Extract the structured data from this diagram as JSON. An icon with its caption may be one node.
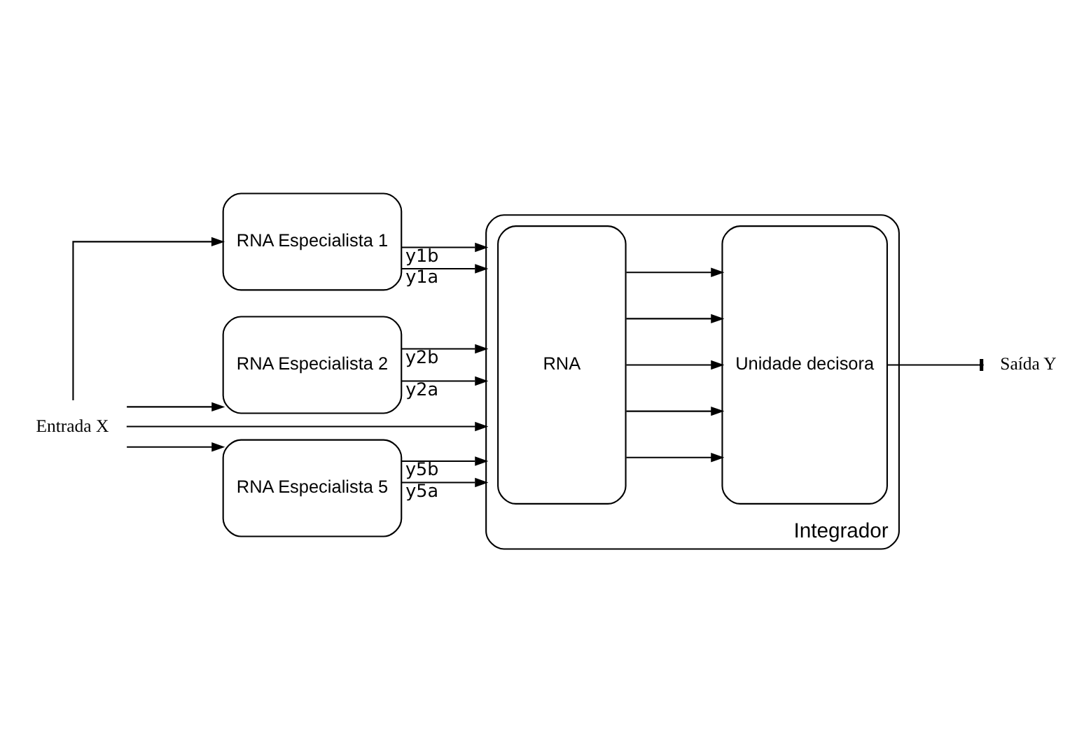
{
  "diagram": {
    "nodes": [
      {
        "text": [
          "Entrada X"
        ]
      },
      {
        "text": [
          "RNA Especialista 1"
        ]
      },
      {
        "text": [
          "RNA Especialista 2"
        ]
      },
      {
        "text": [
          "RNA Especialista 5"
        ]
      },
      {
        "text": [
          "Integrador"
        ]
      },
      {
        "text": [
          "RNA"
        ],
        "in": 4
      },
      {
        "text": [
          "Unidade decisora"
        ],
        "in": 4
      },
      {
        "text": [
          "Saída Y"
        ]
      }
    ],
    "edges": [
      {
        "from": 0,
        "to": 1,
        "arrow": "to"
      },
      {
        "from": 0,
        "to": 2,
        "arrow": "to"
      },
      {
        "from": 0,
        "to": 3,
        "arrow": "to"
      },
      {
        "from": 0,
        "to": 4,
        "arrow": "to"
      },
      {
        "from": 1,
        "to": 4,
        "arrow": "to",
        "label": "y1a"
      },
      {
        "from": 1,
        "to": 4,
        "arrow": "to",
        "label": "y1b"
      },
      {
        "from": 2,
        "to": 4,
        "arrow": "to",
        "label": "y2a"
      },
      {
        "from": 2,
        "to": 4,
        "arrow": "to",
        "label": "y2b"
      },
      {
        "from": 3,
        "to": 4,
        "arrow": "to",
        "label": "y5a"
      },
      {
        "from": 3,
        "to": 4,
        "arrow": "to",
        "label": "y5b"
      },
      {
        "from": 5,
        "to": 6,
        "arrow": "to"
      },
      {
        "from": 5,
        "to": 6,
        "arrow": "to"
      },
      {
        "from": 5,
        "to": 6,
        "arrow": "to"
      },
      {
        "from": 5,
        "to": 6,
        "arrow": "to"
      },
      {
        "from": 5,
        "to": 6,
        "arrow": "to"
      },
      {
        "from": 6,
        "to": 7,
        "arrow": "other"
      }
    ]
  }
}
